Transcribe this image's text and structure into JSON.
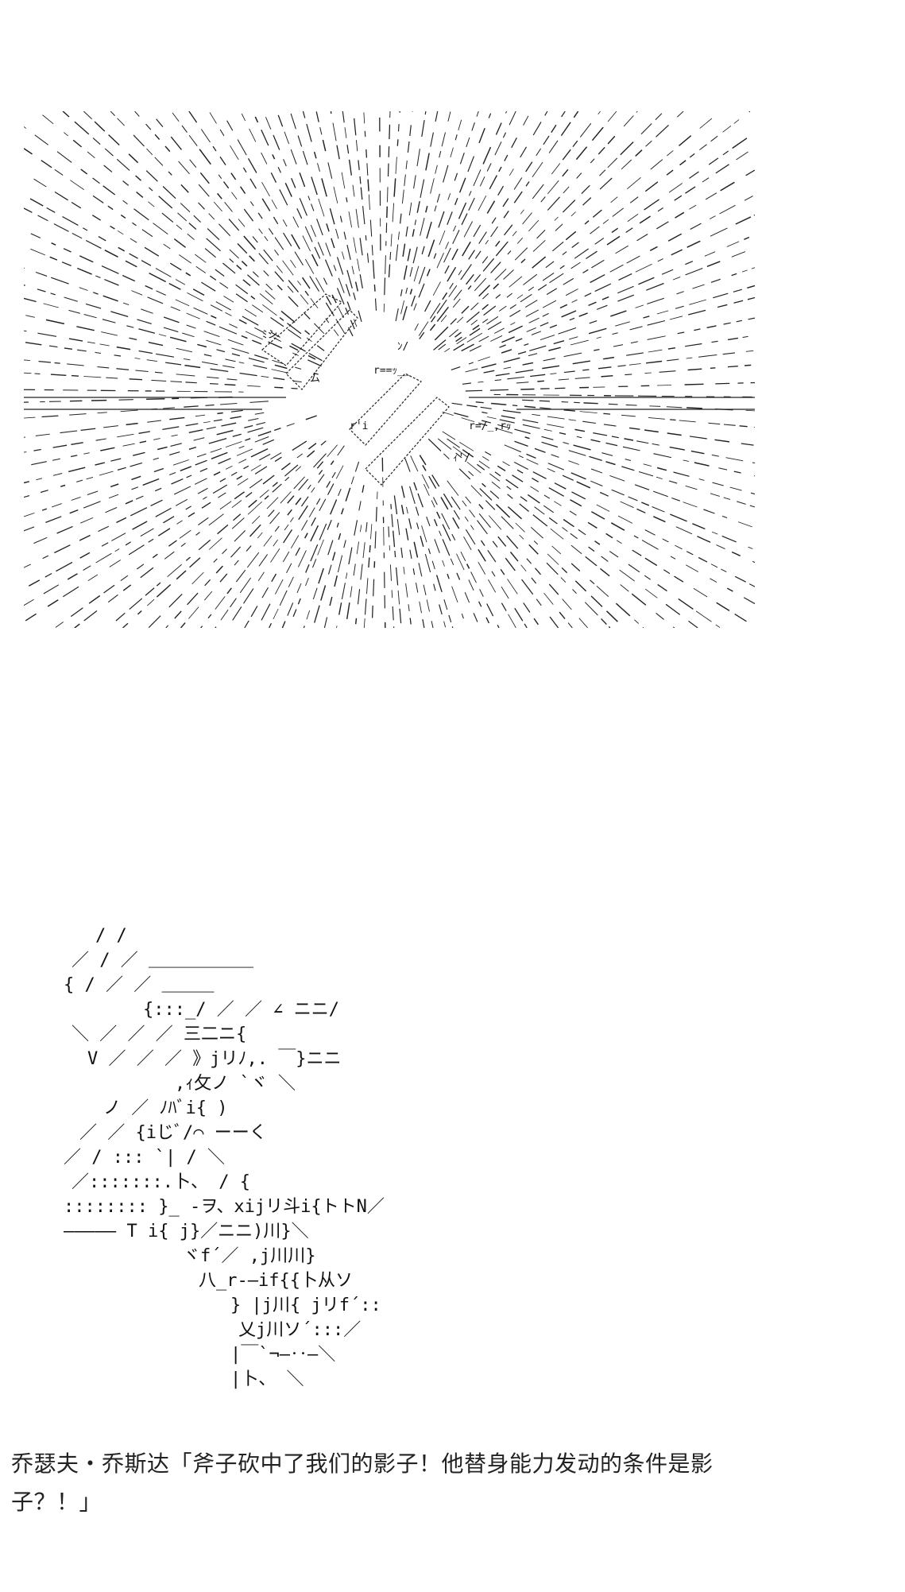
{
  "ascii_art": {
    "burst_description_icon": "speed-lines-burst",
    "figure_lines": [
      "/        /",
      "／      /  ／  ＿＿＿＿＿＿",
      "{      /  ／  ／ ＿＿＿",
      "{:::_/  ／  ／  ∠ ニニ/",
      "＼  ／  ／  ／ 三二ニ{",
      "V  ／  ／  ／   》jリﾉ,.  ￣}ニニ",
      ",ｨ攵ノ  `ヾ    ＼",
      "ノ  ／ ﾉﾊﾞi{      )",
      "／ ／ {iじﾞ/⌒ ーーく",
      "／ / ::: `|    /    ＼",
      "／:::::::.卜、  /      {",
      ":::::::: }_  -ヲ、xijリ斗i{トトN／",
      "―――――   T i{ j}／ニニ)川}＼",
      "ヾf´／      ,j川川}",
      "八_r-―if{{卜从ソ",
      "} |j川{ jリf´::",
      "乂j川ソ´:::／",
      "|￣`¬―‥―＼",
      "|卜、          ＼"
    ],
    "burst_text_fragments": [
      "r==ｯ__",
      "r=/_,rｯ",
      "ﾐシ",
      "ム",
      "r'i",
      "ｨ'/",
      "ﾝ/"
    ]
  },
  "caption": {
    "line1": "乔瑟夫・乔斯达「斧子砍中了我们的影子！他替身能力发动的条件是影",
    "line2": "子？！」"
  }
}
